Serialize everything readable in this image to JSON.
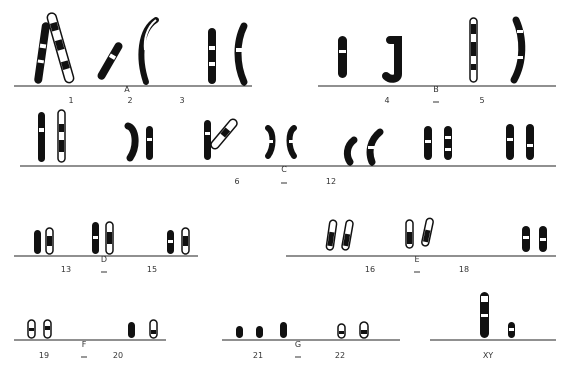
{
  "karyogram": {
    "groups": [
      {
        "letter": "A",
        "labels": [
          "1",
          "2",
          "3"
        ]
      },
      {
        "letter": "B",
        "labels": [
          "4",
          "5"
        ]
      },
      {
        "letter": "C",
        "labels": [
          "6",
          "12"
        ]
      },
      {
        "letter": "D",
        "labels": [
          "13",
          "15"
        ]
      },
      {
        "letter": "E",
        "labels": [
          "16",
          "18"
        ]
      },
      {
        "letter": "F",
        "labels": [
          "19",
          "20"
        ]
      },
      {
        "letter": "G",
        "labels": [
          "21",
          "22"
        ]
      },
      {
        "letter": "",
        "labels": [
          "XY"
        ]
      }
    ]
  },
  "colors": {
    "ink": "#111111",
    "band_light": "#ffffff",
    "baseline": "#222222",
    "label": "#333333"
  }
}
